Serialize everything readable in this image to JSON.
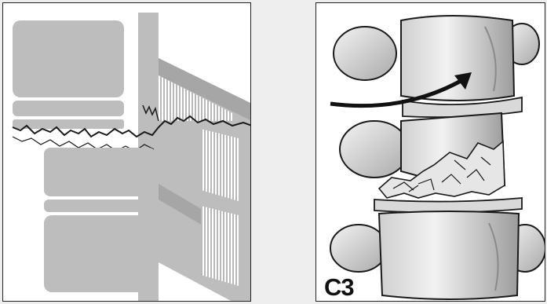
{
  "figure": {
    "panels": [
      {
        "id": "left",
        "label": ""
      },
      {
        "id": "right",
        "label": "C3"
      }
    ]
  },
  "colors": {
    "block_fill": "#bdbdbd",
    "facet_fill": "#a6a6a6",
    "line_stroke": "#1a1a1a",
    "bone_fill": "#e6e6e6",
    "bone_shade": "#8f8f8f",
    "arrow": "#111111"
  }
}
